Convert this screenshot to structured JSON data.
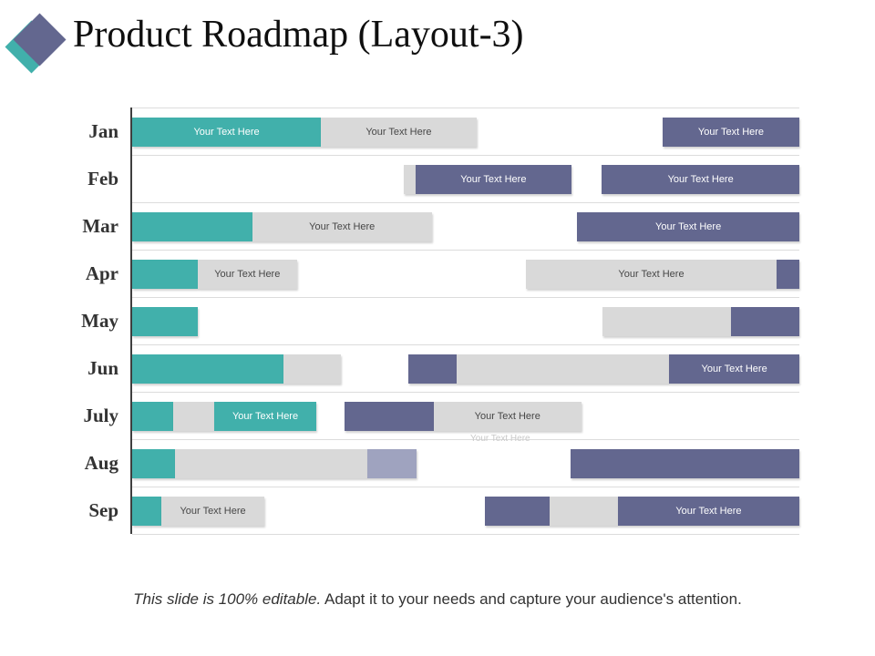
{
  "title": "Product Roadmap (Layout-3)",
  "footer": {
    "italic_part": "This slide is 100% editable.",
    "regular_part": "Adapt it to your needs and capture your audience's attention."
  },
  "ghost_label": "Your Text Here",
  "colors": {
    "teal": "#41b0ab",
    "purple": "#63678f",
    "light_purple": "#9fa3bf",
    "gray": "#d9d9d9",
    "axis": "#3f3f3f",
    "separator": "#dcdcdc",
    "label_on_dark": "#ffffff",
    "label_on_gray": "#474747",
    "title_text": "#0f0f0f",
    "month_text": "#333333",
    "footer_text": "#333333",
    "ghost_text": "#c9c9c9"
  },
  "chart_data": {
    "type": "bar",
    "subtype": "gantt-roadmap",
    "title": "Product Roadmap (Layout-3)",
    "categories": [
      "Jan",
      "Feb",
      "Mar",
      "Apr",
      "May",
      "Jun",
      "July",
      "Aug",
      "Sep"
    ],
    "x_axis": {
      "unit": "percent-of-timeline",
      "range": [
        0,
        100
      ],
      "ticks_visible": false
    },
    "grid": "horizontal-row-separators",
    "legend": "none",
    "rows": [
      {
        "month": "Jan",
        "segments": [
          {
            "start": 0.0,
            "end": 28.3,
            "color": "teal",
            "label": "Your Text Here"
          },
          {
            "start": 28.3,
            "end": 51.6,
            "color": "gray",
            "label": "Your Text Here"
          },
          {
            "start": 79.5,
            "end": 100.0,
            "color": "purple",
            "label": "Your Text Here"
          }
        ]
      },
      {
        "month": "Feb",
        "segments": [
          {
            "start": 40.7,
            "end": 42.5,
            "color": "gray"
          },
          {
            "start": 42.5,
            "end": 65.8,
            "color": "purple",
            "label": "Your Text Here"
          },
          {
            "start": 70.4,
            "end": 100.0,
            "color": "purple",
            "label": "Your Text Here"
          }
        ]
      },
      {
        "month": "Mar",
        "segments": [
          {
            "start": 0.0,
            "end": 18.0,
            "color": "teal"
          },
          {
            "start": 18.0,
            "end": 44.9,
            "color": "gray",
            "label": "Your Text Here"
          },
          {
            "start": 66.7,
            "end": 100.0,
            "color": "purple",
            "label": "Your Text Here"
          }
        ]
      },
      {
        "month": "Apr",
        "segments": [
          {
            "start": 0.0,
            "end": 9.8,
            "color": "teal"
          },
          {
            "start": 9.8,
            "end": 24.7,
            "color": "gray",
            "label": "Your Text Here"
          },
          {
            "start": 59.0,
            "end": 96.6,
            "color": "gray",
            "label": "Your Text Here"
          },
          {
            "start": 96.6,
            "end": 100.0,
            "color": "purple"
          }
        ]
      },
      {
        "month": "May",
        "segments": [
          {
            "start": 0.0,
            "end": 9.8,
            "color": "teal"
          },
          {
            "start": 70.5,
            "end": 89.8,
            "color": "gray"
          },
          {
            "start": 89.8,
            "end": 100.0,
            "color": "purple"
          }
        ]
      },
      {
        "month": "Jun",
        "segments": [
          {
            "start": 0.0,
            "end": 22.7,
            "color": "teal"
          },
          {
            "start": 22.7,
            "end": 31.3,
            "color": "gray"
          },
          {
            "start": 41.4,
            "end": 48.6,
            "color": "purple"
          },
          {
            "start": 48.6,
            "end": 80.5,
            "color": "gray"
          },
          {
            "start": 80.5,
            "end": 100.0,
            "color": "purple",
            "label": "Your Text Here"
          }
        ]
      },
      {
        "month": "July",
        "segments": [
          {
            "start": 0.0,
            "end": 6.1,
            "color": "teal"
          },
          {
            "start": 6.1,
            "end": 12.3,
            "color": "gray"
          },
          {
            "start": 12.3,
            "end": 27.6,
            "color": "teal",
            "label": "Your Text Here"
          },
          {
            "start": 31.8,
            "end": 45.2,
            "color": "purple"
          },
          {
            "start": 45.2,
            "end": 67.3,
            "color": "gray",
            "label": "Your Text Here"
          }
        ]
      },
      {
        "month": "Aug",
        "segments": [
          {
            "start": 0.0,
            "end": 6.4,
            "color": "teal"
          },
          {
            "start": 6.4,
            "end": 35.2,
            "color": "gray"
          },
          {
            "start": 35.2,
            "end": 42.6,
            "color": "light_purple"
          },
          {
            "start": 65.7,
            "end": 100.0,
            "color": "purple"
          }
        ]
      },
      {
        "month": "Sep",
        "segments": [
          {
            "start": 0.0,
            "end": 4.4,
            "color": "teal"
          },
          {
            "start": 4.4,
            "end": 19.8,
            "color": "gray",
            "label": "Your Text Here"
          },
          {
            "start": 52.9,
            "end": 62.6,
            "color": "purple"
          },
          {
            "start": 62.6,
            "end": 72.8,
            "color": "gray"
          },
          {
            "start": 72.8,
            "end": 100.0,
            "color": "purple",
            "label": "Your Text Here"
          }
        ]
      }
    ]
  }
}
